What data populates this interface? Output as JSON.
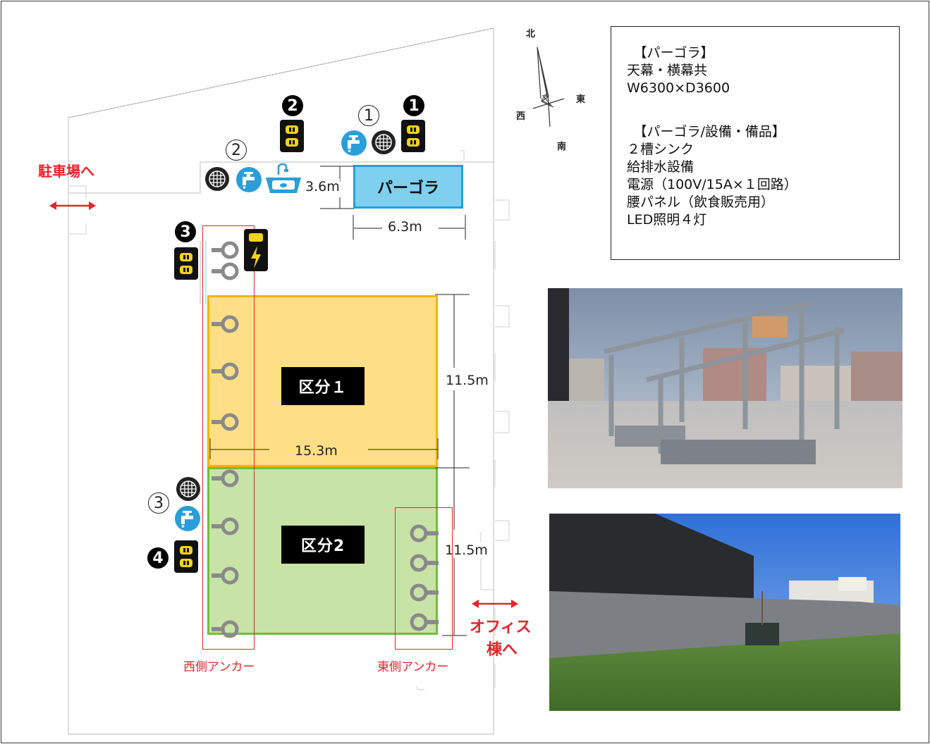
{
  "compass": {
    "north": "北",
    "east": "東",
    "west": "西",
    "south": "南"
  },
  "info_box": {
    "lines": [
      "　【パーゴラ】",
      "天幕・横幕共",
      "W6300×D3600",
      "",
      "　【パーゴラ/設備・備品】",
      " ２槽シンク",
      "給排水設備",
      "電源（100V/15A×１回路）",
      "腰パネル（飲食販売用）",
      "LED照明４灯"
    ]
  },
  "labels": {
    "parking": "駐車場へ",
    "office_line1": "オフィス",
    "office_line2": "棟へ",
    "pergola": "パーゴラ",
    "zone1": "区分１",
    "zone2": "区分2",
    "west_anchor": "西側アンカー",
    "east_anchor": "東側アンカー"
  },
  "dimensions": {
    "pergola_depth": "3.6m",
    "pergola_width": "6.3m",
    "zone1_height": "11.5m",
    "zone_width": "15.3m",
    "zone2_height": "11.5m"
  },
  "markers": {
    "black_1": "1",
    "black_2": "2",
    "black_3": "3",
    "black_4": "4",
    "circled_1": "1",
    "circled_2": "2",
    "circled_3": "3"
  },
  "colors": {
    "pergola_fill": "#7fd0ef",
    "pergola_border": "#1aa3dc",
    "zone1_fill": "#ffdf86",
    "zone1_border": "#f2b400",
    "zone2_fill": "#c8e3a6",
    "zone2_border": "#6fbf3a",
    "anchor_box": "#e8232a",
    "arrow": "#e8232a",
    "faucet_blue": "#2a9ed8",
    "outlet_yellow": "#f2d21a",
    "anchor_gray": "#8a8a8a"
  },
  "icons": [
    "power-outlet-icon",
    "drain-grate-icon",
    "water-faucet-icon",
    "sink-icon",
    "power-panel-icon",
    "anchor-icon",
    "compass-icon",
    "double-arrow-icon"
  ]
}
